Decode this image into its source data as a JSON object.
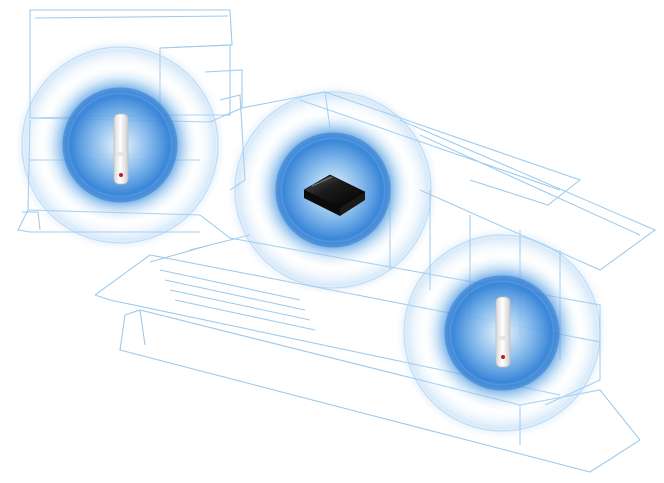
{
  "scene": {
    "description_free": true,
    "colors": {
      "background": "#ffffff",
      "wireframe": "#7fb8e3",
      "wireframe_soft": "#bcdcf2",
      "glow_core": "#2f7fd6",
      "glow_mid": "#8cc1ec",
      "glow_outer": "#d7ebfa",
      "extender_body": "#f4f4f4",
      "extender_accent": "#c61b2d",
      "router_body": "#101010",
      "router_top": "#3a3a3a"
    },
    "coverage_zones": [
      {
        "name": "coverage-zone-left",
        "device": "wall-plug-extender"
      },
      {
        "name": "coverage-zone-center",
        "device": "router"
      },
      {
        "name": "coverage-zone-right",
        "device": "wall-plug-extender"
      }
    ]
  }
}
